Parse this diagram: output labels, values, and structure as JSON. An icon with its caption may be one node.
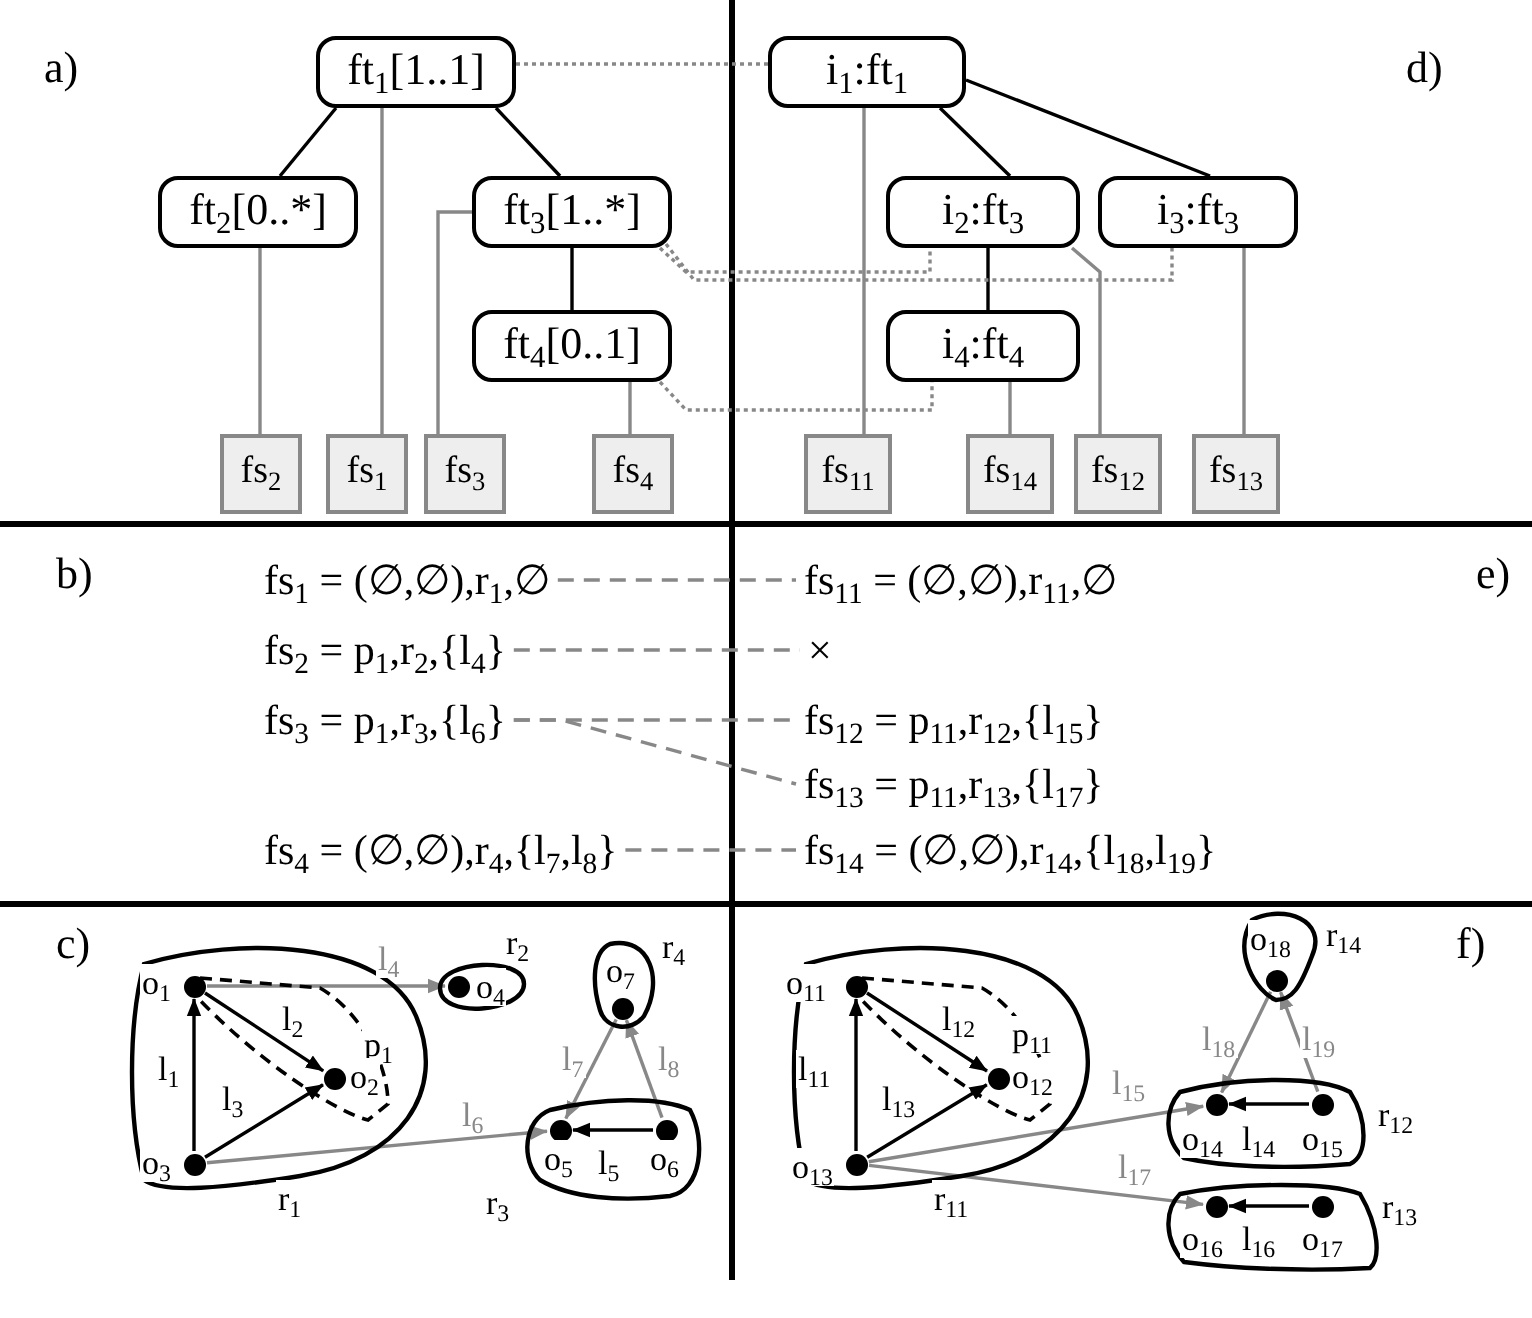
{
  "diagram": {
    "nodes": [
      {
        "text": [
          "ft$_{1}$[1..1]"
        ]
      },
      {
        "text": [
          "ft$_{2}$[0..*]"
        ]
      },
      {
        "text": [
          "ft$_{3}$[1..*]"
        ]
      },
      {
        "text": [
          "ft$_{4}$[0..1]"
        ]
      },
      {
        "text": [
          "fs$_{2}$"
        ]
      },
      {
        "text": [
          "fs$_{1}$"
        ]
      },
      {
        "text": [
          "fs$_{3}$"
        ]
      },
      {
        "text": [
          "fs$_{4}$"
        ]
      },
      {
        "text": [
          "i$_{1}$:ft$_{1}$"
        ]
      },
      {
        "text": [
          "i$_{2}$:ft$_{3}$"
        ]
      },
      {
        "text": [
          "i$_{3}$:ft$_{3}$"
        ]
      },
      {
        "text": [
          "i$_{4}$:ft$_{4}$"
        ]
      },
      {
        "text": [
          "fs$_{11}$"
        ]
      },
      {
        "text": [
          "fs$_{14}$"
        ]
      },
      {
        "text": [
          "fs$_{12}$"
        ]
      },
      {
        "text": [
          "fs$_{13}$"
        ]
      },
      {
        "text": [
          "fs$_{1}$ = (∅,∅),r$_{1}$,∅"
        ]
      },
      {
        "text": [
          "fs$_{2}$ = p$_{1}$,r$_{2}$,{l$_{4}$}"
        ]
      },
      {
        "text": [
          "fs$_{3}$ = p$_{1}$,r$_{3}$,{l$_{6}$}"
        ]
      },
      {
        "text": [
          "fs$_{4}$ = (∅,∅),r$_{4}$,{l$_{7}$,l$_{8}$}"
        ]
      },
      {
        "text": [
          "fs$_{11}$ = (∅,∅),r$_{11}$,∅"
        ]
      },
      {
        "text": [
          "×"
        ]
      },
      {
        "text": [
          "fs$_{12}$ = p$_{11}$,r$_{12}$,{l$_{15}$}"
        ]
      },
      {
        "text": [
          "fs$_{13}$ = p$_{11}$,r$_{13}$,{l$_{17}$}"
        ]
      },
      {
        "text": [
          "fs$_{14}$ = (∅,∅),r$_{14}$,{l$_{18}$,l$_{19}$}"
        ]
      },
      {
        "text": [
          "r$_{1}$"
        ]
      },
      {
        "text": [
          "p$_{1}$"
        ],
        "in": 25
      },
      {
        "text": [],
        "shape": "circle",
        "beside": [
          "o$_{1}$"
        ],
        "in": 26
      },
      {
        "text": [],
        "shape": "circle",
        "beside": [
          "o$_{2}$"
        ],
        "in": 26
      },
      {
        "text": [],
        "shape": "circle",
        "beside": [
          "o$_{3}$"
        ],
        "in": 25
      },
      {
        "text": [
          "r$_{2}$"
        ]
      },
      {
        "text": [],
        "shape": "circle",
        "beside": [
          "o$_{4}$"
        ],
        "in": 30
      },
      {
        "text": [
          "r$_{4}$"
        ]
      },
      {
        "text": [],
        "shape": "circle",
        "beside": [
          "o$_{7}$"
        ],
        "in": 32
      },
      {
        "text": [
          "r$_{3}$"
        ]
      },
      {
        "text": [],
        "shape": "circle",
        "beside": [
          "o$_{5}$"
        ],
        "in": 34
      },
      {
        "text": [],
        "shape": "circle",
        "beside": [
          "o$_{6}$"
        ],
        "in": 34
      },
      {
        "text": [
          "r$_{11}$"
        ]
      },
      {
        "text": [
          "p$_{11}$"
        ],
        "in": 37
      },
      {
        "text": [],
        "shape": "circle",
        "beside": [
          "o$_{11}$"
        ],
        "in": 38
      },
      {
        "text": [],
        "shape": "circle",
        "beside": [
          "o$_{12}$"
        ],
        "in": 38
      },
      {
        "text": [],
        "shape": "circle",
        "beside": [
          "o$_{13}$"
        ],
        "in": 37
      },
      {
        "text": [
          "r$_{14}$"
        ]
      },
      {
        "text": [],
        "shape": "circle",
        "beside": [
          "o$_{18}$"
        ],
        "in": 42
      },
      {
        "text": [
          "r$_{12}$"
        ]
      },
      {
        "text": [],
        "shape": "circle",
        "beside": [
          "o$_{14}$"
        ],
        "in": 44
      },
      {
        "text": [],
        "shape": "circle",
        "beside": [
          "o$_{15}$"
        ],
        "in": 44
      },
      {
        "text": [
          "r$_{13}$"
        ]
      },
      {
        "text": [],
        "shape": "circle",
        "beside": [
          "o$_{16}$"
        ],
        "in": 47
      },
      {
        "text": [],
        "shape": "circle",
        "beside": [
          "o$_{17}$"
        ],
        "in": 47
      }
    ],
    "edges": [
      {
        "from": 0,
        "to": 1,
        "arrow": "none",
        "color": "#000000"
      },
      {
        "from": 0,
        "to": 2,
        "arrow": "none",
        "color": "#000000"
      },
      {
        "from": 2,
        "to": 3,
        "arrow": "none",
        "color": "#000000"
      },
      {
        "from": 1,
        "to": 4,
        "arrow": "none"
      },
      {
        "from": 0,
        "to": 5,
        "arrow": "none"
      },
      {
        "from": 2,
        "to": 6,
        "arrow": "none"
      },
      {
        "from": 3,
        "to": 7,
        "arrow": "none"
      },
      {
        "from": 8,
        "to": 9,
        "arrow": "none",
        "color": "#000000"
      },
      {
        "from": 8,
        "to": 10,
        "arrow": "none",
        "color": "#000000"
      },
      {
        "from": 9,
        "to": 11,
        "arrow": "none",
        "color": "#000000"
      },
      {
        "from": 8,
        "to": 12,
        "arrow": "none"
      },
      {
        "from": 11,
        "to": 13,
        "arrow": "none"
      },
      {
        "from": 9,
        "to": 14,
        "arrow": "none"
      },
      {
        "from": 10,
        "to": 15,
        "arrow": "none"
      },
      {
        "from": 0,
        "to": 8,
        "arrow": "none",
        "style": "dashed"
      },
      {
        "from": 2,
        "to": 9,
        "arrow": "none",
        "style": "dashed"
      },
      {
        "from": 2,
        "to": 10,
        "arrow": "none",
        "style": "dashed"
      },
      {
        "from": 3,
        "to": 11,
        "arrow": "none",
        "style": "dashed"
      },
      {
        "from": 16,
        "to": 20,
        "arrow": "none",
        "style": "dashed"
      },
      {
        "from": 17,
        "to": 21,
        "arrow": "none",
        "style": "dashed"
      },
      {
        "from": 18,
        "to": 22,
        "arrow": "none",
        "style": "dashed"
      },
      {
        "from": 18,
        "to": 23,
        "arrow": "none",
        "style": "dashed"
      },
      {
        "from": 19,
        "to": 24,
        "arrow": "none",
        "style": "dashed"
      },
      {
        "from": 29,
        "to": 27,
        "arrow": "to",
        "label": "l$_{1}$",
        "color": "#000000"
      },
      {
        "from": 27,
        "to": 28,
        "arrow": "to",
        "label": "l$_{2}$",
        "color": "#000000"
      },
      {
        "from": 29,
        "to": 28,
        "arrow": "to",
        "label": "l$_{3}$",
        "color": "#000000"
      },
      {
        "from": 27,
        "to": 31,
        "arrow": "to",
        "label": "l$_{4}$"
      },
      {
        "from": 36,
        "to": 35,
        "arrow": "to",
        "label": "l$_{5}$",
        "color": "#000000"
      },
      {
        "from": 29,
        "to": 35,
        "arrow": "to",
        "label": "l$_{6}$"
      },
      {
        "from": 33,
        "to": 35,
        "arrow": "to",
        "label": "l$_{7}$"
      },
      {
        "from": 36,
        "to": 33,
        "arrow": "to",
        "label": "l$_{8}$"
      },
      {
        "from": 41,
        "to": 39,
        "arrow": "to",
        "label": "l$_{11}$",
        "color": "#000000"
      },
      {
        "from": 39,
        "to": 40,
        "arrow": "to",
        "label": "l$_{12}$",
        "color": "#000000"
      },
      {
        "from": 41,
        "to": 40,
        "arrow": "to",
        "label": "l$_{13}$",
        "color": "#000000"
      },
      {
        "from": 46,
        "to": 45,
        "arrow": "to",
        "label": "l$_{14}$",
        "color": "#000000"
      },
      {
        "from": 41,
        "to": 45,
        "arrow": "to",
        "label": "l$_{15}$"
      },
      {
        "from": 49,
        "to": 48,
        "arrow": "to",
        "label": "l$_{16}$",
        "color": "#000000"
      },
      {
        "from": 41,
        "to": 48,
        "arrow": "to",
        "label": "l$_{17}$"
      },
      {
        "from": 43,
        "to": 45,
        "arrow": "to",
        "label": "l$_{18}$"
      },
      {
        "from": 46,
        "to": 43,
        "arrow": "to",
        "label": "l$_{19}$"
      }
    ],
    "labels": [
      "a)",
      "d)",
      "b)",
      "e)",
      "c)",
      "f)"
    ]
  }
}
